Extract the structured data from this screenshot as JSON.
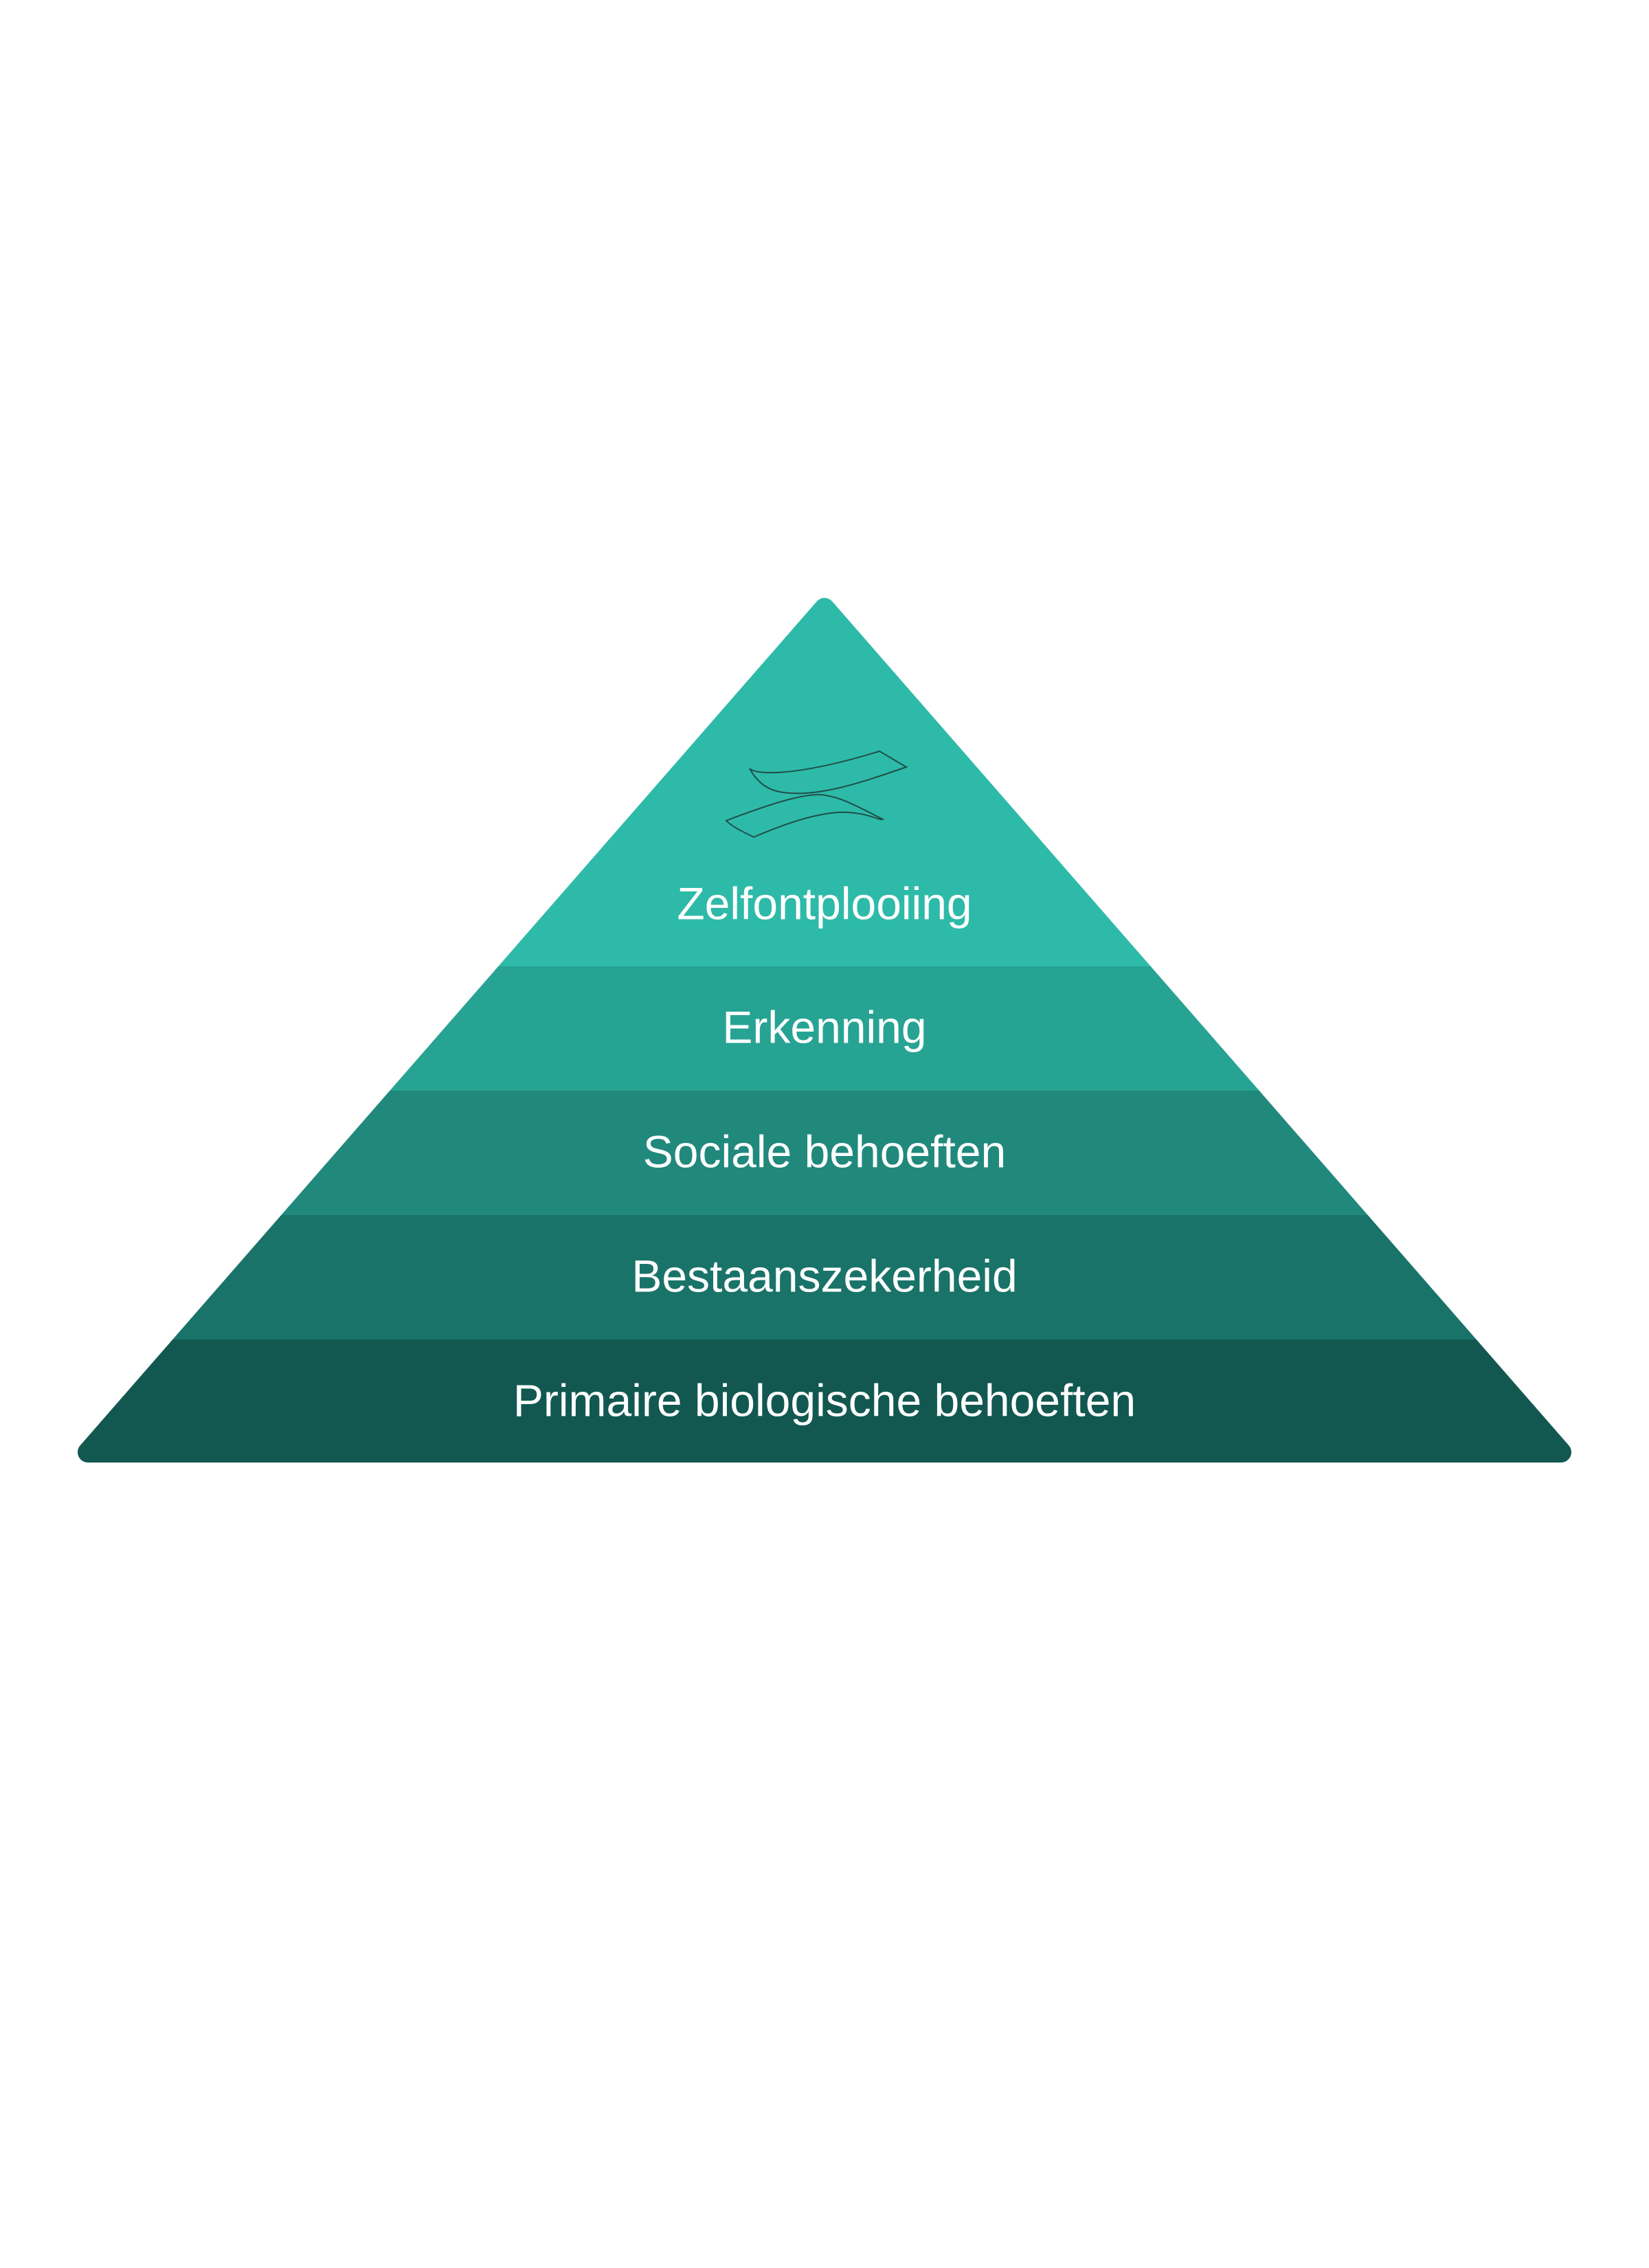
{
  "pyramid": {
    "levels": [
      {
        "label": "Zelfontplooiing",
        "color": "#2EBAA8"
      },
      {
        "label": "Erkenning",
        "color": "#27A393"
      },
      {
        "label": "Sociale behoeften",
        "color": "#20897C"
      },
      {
        "label": "Bestaanszekerheid",
        "color": "#197368"
      },
      {
        "label": "Primaire biologische behoeften",
        "color": "#125850"
      }
    ],
    "top_icon": "ribbon-logo-icon"
  }
}
